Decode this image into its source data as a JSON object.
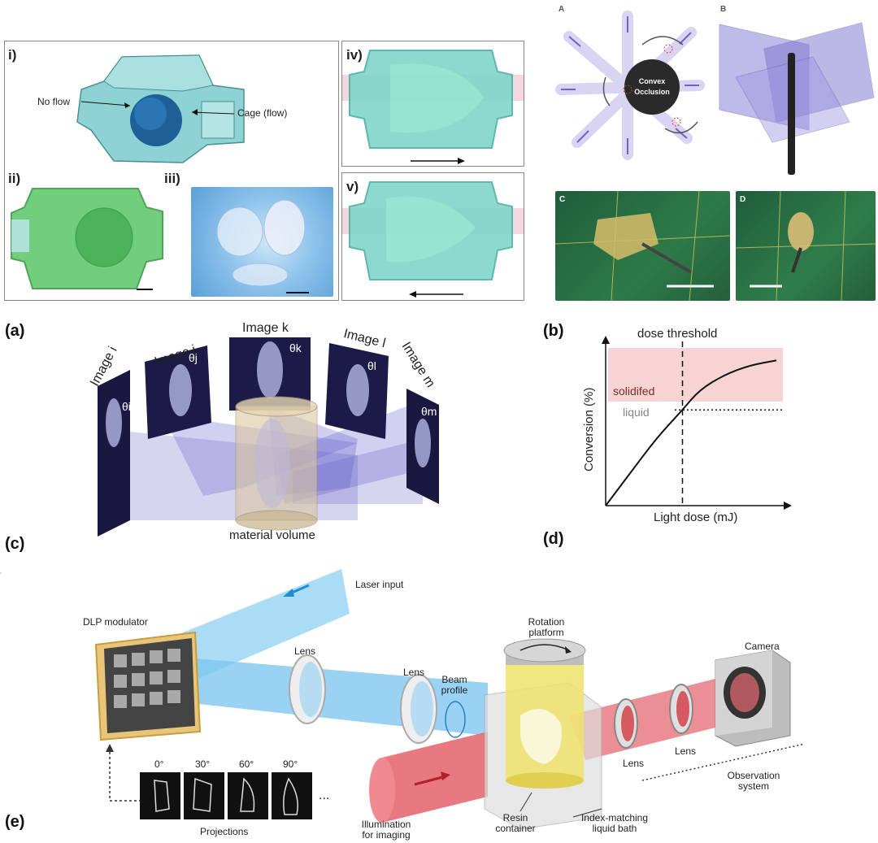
{
  "top_left": {
    "panel_labels": [
      "i)",
      "ii)",
      "iii)",
      "iv)",
      "v)"
    ],
    "callouts": {
      "no_flow": "No flow",
      "cage_flow": "Cage (flow)"
    }
  },
  "top_right": {
    "panel_labels": [
      "A",
      "B",
      "C",
      "D"
    ],
    "occlusion_label": "Convex\nOcclusion"
  },
  "panel_a": {
    "letter": "(a)",
    "images": [
      "Image i",
      "Image j",
      "Image k",
      "Image l",
      "Image m"
    ],
    "angles": [
      "θi",
      "θj",
      "θk",
      "θl",
      "θm"
    ],
    "volume_label": "material volume"
  },
  "panel_b": {
    "letter": "(b)",
    "threshold_label": "dose threshold",
    "solid_label": "solidifed",
    "liquid_label": "liquid",
    "ylabel": "Conversion (%)",
    "xlabel": "Light dose (mJ)"
  },
  "chart_data": {
    "type": "line",
    "title": "",
    "xlabel": "Light dose (mJ)",
    "ylabel": "Conversion (%)",
    "annotations": [
      "dose threshold",
      "solidifed",
      "liquid"
    ],
    "x": [
      0,
      0.15,
      0.3,
      0.45,
      0.55,
      0.7,
      0.85,
      1.0
    ],
    "series": [
      {
        "values": [
          0,
          0.22,
          0.44,
          0.62,
          0.75,
          0.85,
          0.91,
          0.94
        ]
      }
    ],
    "threshold_x": 0.45,
    "threshold_y": 0.62,
    "grid": false
  },
  "panel_c": {
    "letter": "(c)"
  },
  "panel_d": {
    "letter": "(d)"
  },
  "panel_e": {
    "letter": "(e)",
    "dlp": "DLP modulator",
    "laser": "Laser input",
    "lens1": "Lens",
    "lens2": "Lens",
    "beam_profile": "Beam\nprofile",
    "rotation": "Rotation\nplatform",
    "camera": "Camera",
    "lens3": "Lens",
    "lens4": "Lens",
    "observation": "Observation\nsystem",
    "illumination": "Illumination\nfor imaging",
    "resin": "Resin\ncontainer",
    "bath": "Index-matching\nliquid bath",
    "projection_angles": [
      "0°",
      "30°",
      "60°",
      "90°"
    ],
    "ellipsis": "...",
    "projections_label": "Projections"
  },
  "colors": {
    "teal": "#7cc7cc",
    "green": "#5ec66a",
    "beam_blue": "#7fc7f0",
    "laser_red": "#e8616a",
    "resin_yellow": "#f0e26a",
    "pink_zone": "#f6d4d4",
    "violet": "#7a6fd0"
  }
}
